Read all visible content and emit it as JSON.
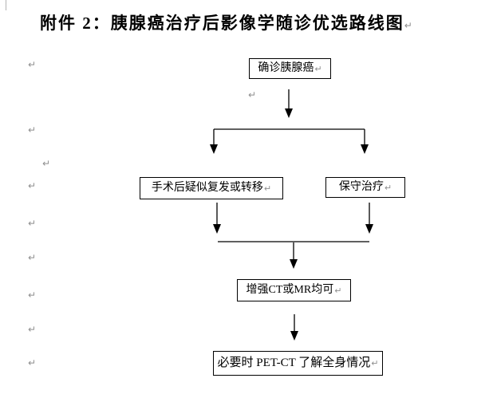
{
  "page": {
    "title": "附件 2：胰腺癌治疗后影像学随诊优选路线图",
    "paragraph_mark": "↵"
  },
  "flowchart": {
    "boxes": [
      {
        "id": "diagnosis",
        "label": "确诊胰腺癌"
      },
      {
        "id": "post-surgery",
        "label": "手术后疑似复发或转移"
      },
      {
        "id": "conservative",
        "label": "保守治疗"
      },
      {
        "id": "ct-mr",
        "label": "增强CT或MR均可"
      },
      {
        "id": "pet-ct",
        "label": "必要时 PET-CT 了解全身情况"
      }
    ]
  },
  "colors": {
    "text": "#000000",
    "box_border": "#000000",
    "connector": "#000000",
    "paragraph_mark": "#8f8f8f",
    "background": "#ffffff"
  }
}
